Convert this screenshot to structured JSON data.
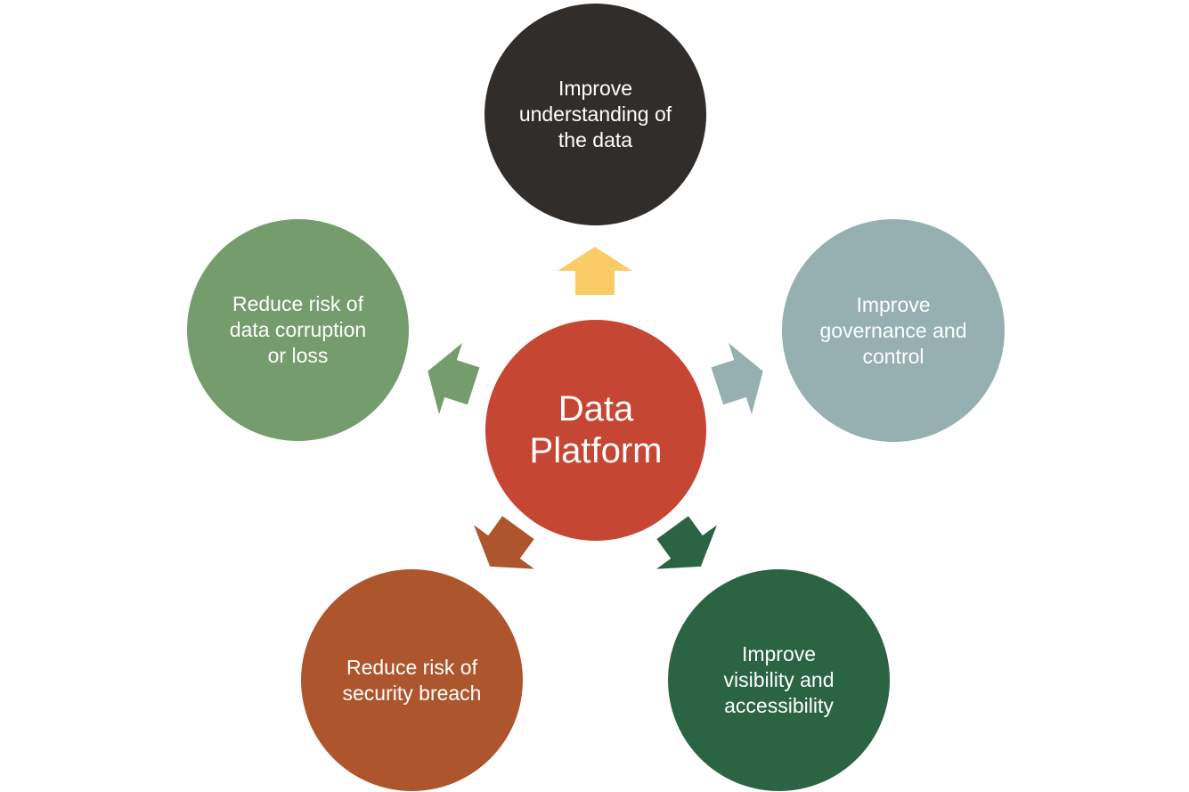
{
  "diagram": {
    "center": {
      "label_line1": "Data",
      "label_line2": "Platform",
      "color": "#c64634"
    },
    "nodes": [
      {
        "id": "top",
        "label": "Improve understanding of the data",
        "color": "#312d2a",
        "arrow_color": "#f9cc68"
      },
      {
        "id": "right",
        "label": "Improve governance and control",
        "color": "#96afb0",
        "arrow_color": "#96afb0"
      },
      {
        "id": "bottom-right",
        "label": "Improve visibility and accessibility",
        "color": "#2a6443",
        "arrow_color": "#2a6443"
      },
      {
        "id": "bottom-left",
        "label": "Reduce risk of security breach",
        "color": "#ad562d",
        "arrow_color": "#ad562d"
      },
      {
        "id": "left",
        "label": "Reduce risk of data corruption or loss",
        "color": "#759c6c",
        "arrow_color": "#759c6c"
      }
    ]
  }
}
